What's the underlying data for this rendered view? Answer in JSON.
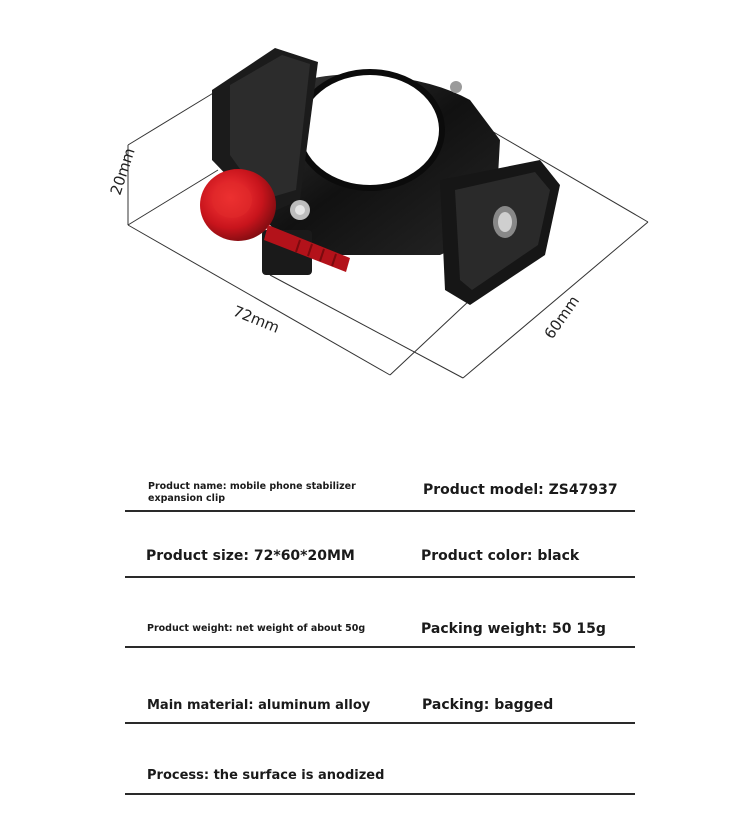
{
  "dimensions": {
    "height_label": "20mm",
    "length_label": "72mm",
    "width_label": "60mm"
  },
  "specs": {
    "product_name": "Product name: mobile phone stabilizer expansion clip",
    "product_model": "Product model: ZS47937",
    "product_size": "Product size: 72*60*20MM",
    "product_color": "Product color: black",
    "product_weight": "Product weight: net weight of about 50g",
    "packing_weight": "Packing weight: 50 15g",
    "main_material": "Main material: aluminum alloy",
    "packing": "Packing: bagged",
    "process": "Process: the surface is anodized"
  },
  "colors": {
    "body": "#141414",
    "knob": "#c8141c",
    "lines": "#333333"
  }
}
